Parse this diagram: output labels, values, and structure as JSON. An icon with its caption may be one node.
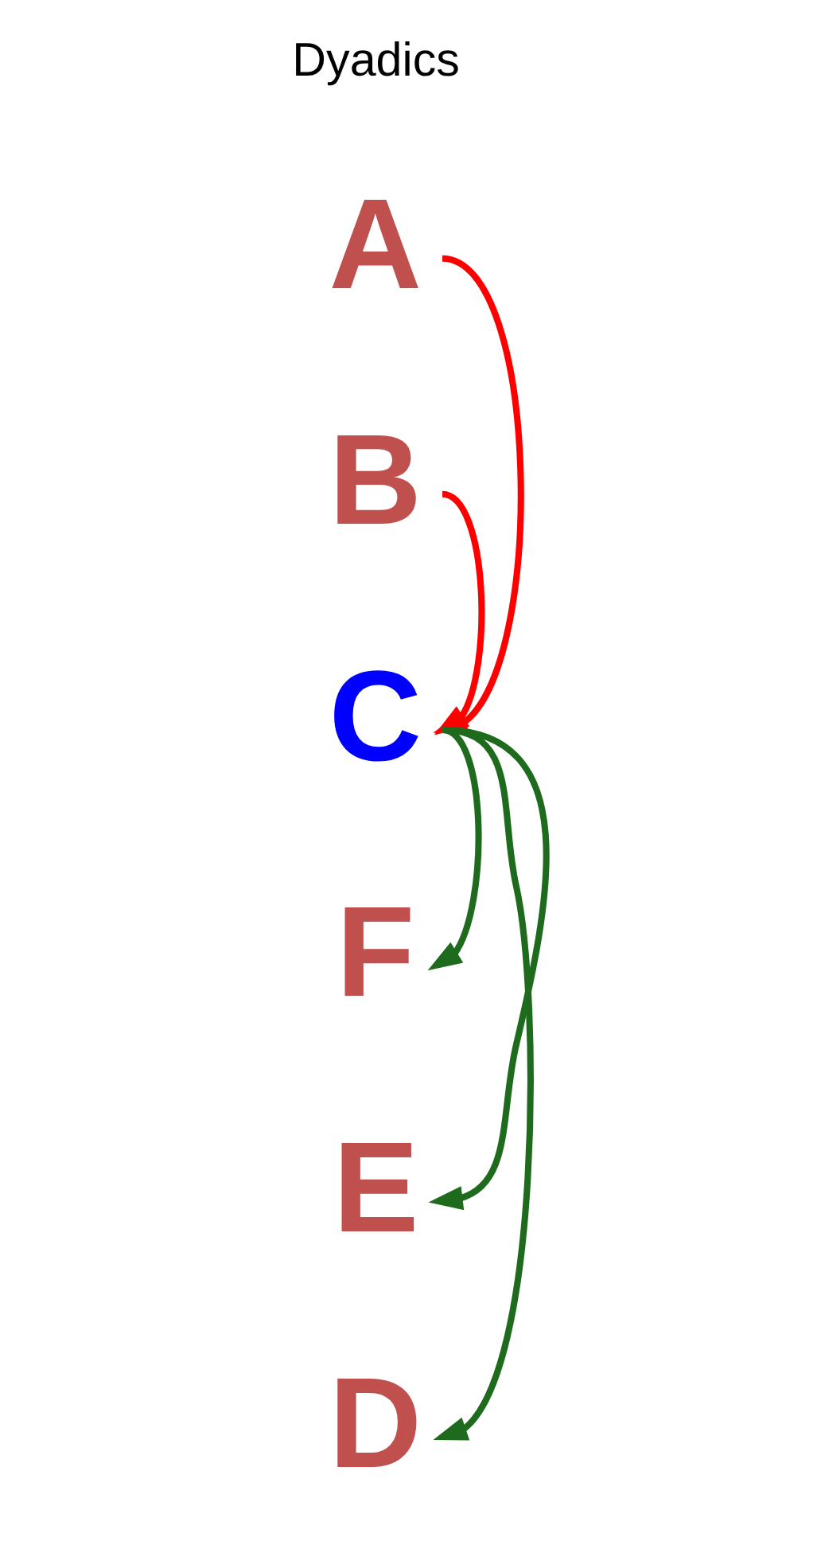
{
  "diagram": {
    "nodes": [
      {
        "text": [
          "A"
        ]
      },
      {
        "text": [
          "B"
        ]
      },
      {
        "text": [
          "C"
        ]
      },
      {
        "text": [
          "D"
        ]
      },
      {
        "text": [
          "E"
        ]
      },
      {
        "text": [
          "F"
        ]
      }
    ],
    "edges": [
      {
        "from": 0,
        "to": 2,
        "arrow": "to",
        "color": "#ff0000"
      },
      {
        "from": 1,
        "to": 2,
        "arrow": "to",
        "color": "#ff0000"
      },
      {
        "from": 2,
        "to": 3,
        "arrow": "to"
      },
      {
        "from": 2,
        "to": 4,
        "arrow": "to"
      },
      {
        "from": 2,
        "to": 5,
        "arrow": "to"
      }
    ],
    "labels": [
      "Dyadics"
    ]
  }
}
